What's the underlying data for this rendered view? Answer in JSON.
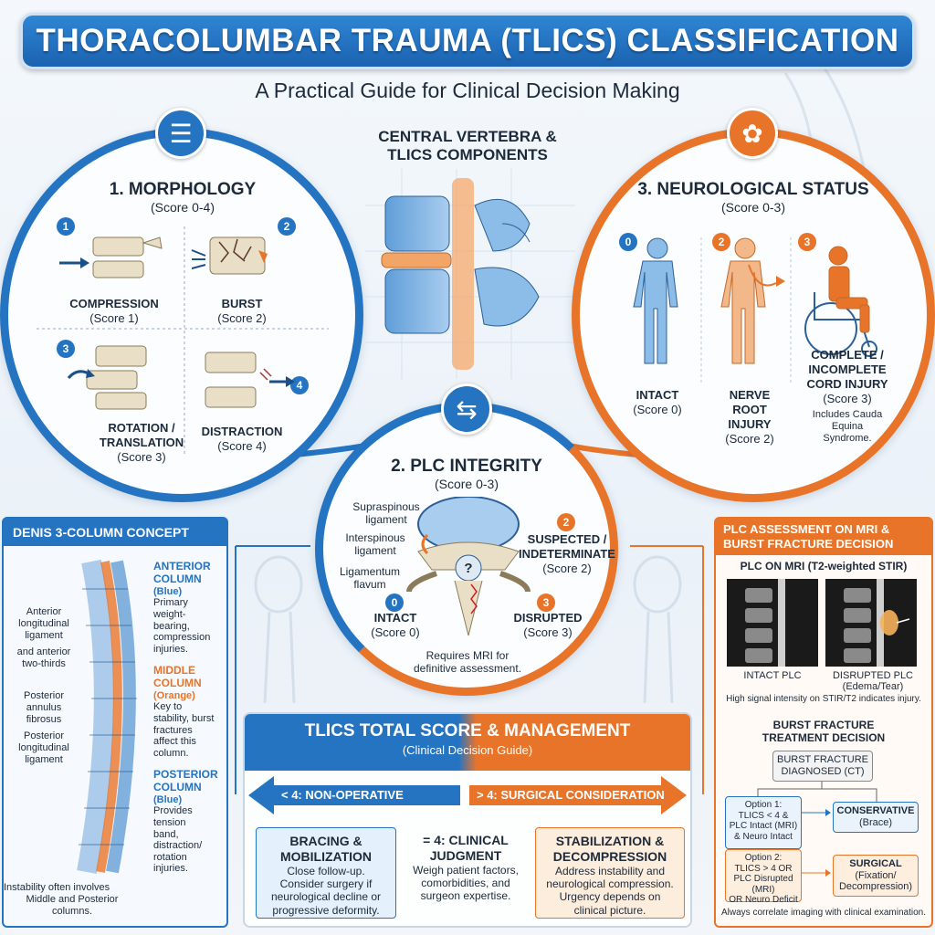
{
  "header": {
    "title": "THORACOLUMBAR TRAUMA (TLICS) CLASSIFICATION",
    "subtitle": "A Practical Guide for Clinical Decision Making"
  },
  "center": {
    "title_line1": "CENTRAL VERTEBRA &",
    "title_line2": "TLICS COMPONENTS"
  },
  "morphology": {
    "title": "1. MORPHOLOGY",
    "score": "(Score 0-4)",
    "items": [
      {
        "num": "1",
        "label": "COMPRESSION",
        "score": "(Score 1)"
      },
      {
        "num": "2",
        "label": "BURST",
        "score": "(Score 2)"
      },
      {
        "num": "3",
        "label_line1": "ROTATION /",
        "label_line2": "TRANSLATION",
        "score": "(Score 3)"
      },
      {
        "num": "4",
        "label": "DISTRACTION",
        "score": "(Score 4)"
      }
    ]
  },
  "neuro": {
    "title": "3. NEUROLOGICAL STATUS",
    "score": "(Score 0-3)",
    "items": [
      {
        "num": "0",
        "label": "INTACT",
        "score": "(Score 0)"
      },
      {
        "num": "2",
        "label_line1": "NERVE",
        "label_line2": "ROOT",
        "label_line3": "INJURY",
        "score": "(Score 2)"
      },
      {
        "num": "3",
        "label_line1": "COMPLETE /",
        "label_line2": "INCOMPLETE",
        "label_line3": "CORD INJURY",
        "score": "(Score 3)",
        "note_line1": "Includes Cauda",
        "note_line2": "Equina",
        "note_line3": "Syndrome."
      }
    ]
  },
  "plc": {
    "title": "2. PLC INTEGRITY",
    "score": "(Score 0-3)",
    "labels": {
      "supraspinous_1": "Supraspinous",
      "supraspinous_2": "ligament",
      "interspinous_1": "Interspinous",
      "interspinous_2": "ligament",
      "flavum_1": "Ligamentum",
      "flavum_2": "flavum",
      "question": "?"
    },
    "items": [
      {
        "num": "2",
        "label_line1": "SUSPECTED /",
        "label_line2": "INDETERMINATE",
        "score": "(Score 2)"
      },
      {
        "num": "0",
        "label": "INTACT",
        "score": "(Score 0)"
      },
      {
        "num": "3",
        "label": "DISRUPTED",
        "score": "(Score 3)"
      }
    ],
    "note_line1": "Requires MRI for",
    "note_line2": "definitive assessment."
  },
  "denis": {
    "title": "DENIS 3-COLUMN CONCEPT",
    "anterior": {
      "title": "ANTERIOR",
      "title2": "COLUMN",
      "color": "(Blue)",
      "d1": "Primary",
      "d2": "weight-",
      "d3": "bearing,",
      "d4": "compression",
      "d5": "injuries."
    },
    "middle": {
      "title": "MIDDLE",
      "title2": "COLUMN",
      "color": "(Orange)",
      "d1": "Key to",
      "d2": "stability, burst",
      "d3": "fractures",
      "d4": "affect this",
      "d5": "column."
    },
    "posterior": {
      "title": "POSTERIOR",
      "title2": "COLUMN",
      "color": "(Blue)",
      "d1": "Provides",
      "d2": "tension",
      "d3": "band,",
      "d4": "distraction/",
      "d5": "rotation",
      "d6": "injuries."
    },
    "left_labels": {
      "all_1": "Anterior",
      "all_2": "longitudinal",
      "all_3": "ligament",
      "ant_1": "and anterior",
      "ant_2": "two-thirds",
      "paf_1": "Posterior",
      "paf_2": "annulus",
      "paf_3": "fibrosus",
      "pll_1": "Posterior",
      "pll_2": "longitudinal",
      "pll_3": "ligament"
    },
    "footer_1": "Instability often involves",
    "footer_2": "Middle and Posterior",
    "footer_3": "columns."
  },
  "management": {
    "title": "TLICS TOTAL SCORE & MANAGEMENT",
    "subtitle": "(Clinical Decision Guide)",
    "left_arrow": "< 4: NON-OPERATIVE",
    "right_arrow": "> 4: SURGICAL CONSIDERATION",
    "cards": {
      "left": {
        "t1": "BRACING &",
        "t2": "MOBILIZATION",
        "d1": "Close follow-up.",
        "d2": "Consider surgery if",
        "d3": "neurological decline or",
        "d4": "progressive deformity."
      },
      "middle": {
        "t1": "= 4: CLINICAL",
        "t2": "JUDGMENT",
        "d1": "Weigh patient factors,",
        "d2": "comorbidities, and",
        "d3": "surgeon expertise."
      },
      "right": {
        "t1": "STABILIZATION &",
        "t2": "DECOMPRESSION",
        "d1": "Address instability and",
        "d2": "neurological compression.",
        "d3": "Urgency depends on",
        "d4": "clinical picture."
      }
    }
  },
  "mri": {
    "title_1": "PLC ASSESSMENT ON MRI &",
    "title_2": "BURST FRACTURE DECISION",
    "section_1": "PLC ON MRI (T2-weighted STIR)",
    "img_left": "INTACT PLC",
    "img_right_1": "DISRUPTED PLC",
    "img_right_2": "(Edema/Tear)",
    "signal_note": "High signal intensity on STIR/T2 indicates injury.",
    "section_2_1": "BURST FRACTURE",
    "section_2_2": "TREATMENT DECISION",
    "diag_1": "BURST FRACTURE",
    "diag_2": "DIAGNOSED (CT)",
    "opt1": {
      "l1": "Option 1:",
      "l2": "TLICS < 4 &",
      "l3": "PLC Intact (MRI)",
      "l4": "& Neuro Intact"
    },
    "conservative_1": "CONSERVATIVE",
    "conservative_2": "(Brace)",
    "opt2": {
      "l1": "Option 2:",
      "l2": "TLICS > 4 OR",
      "l3": "PLC Disrupted (MRI)",
      "l4": "OR Neuro Deficit"
    },
    "surgical_1": "SURGICAL",
    "surgical_2": "(Fixation/",
    "surgical_3": "Decompression)",
    "footer": "Always correlate imaging with clinical examination."
  },
  "colors": {
    "blue": "#2474c2",
    "orange": "#e8742a"
  }
}
